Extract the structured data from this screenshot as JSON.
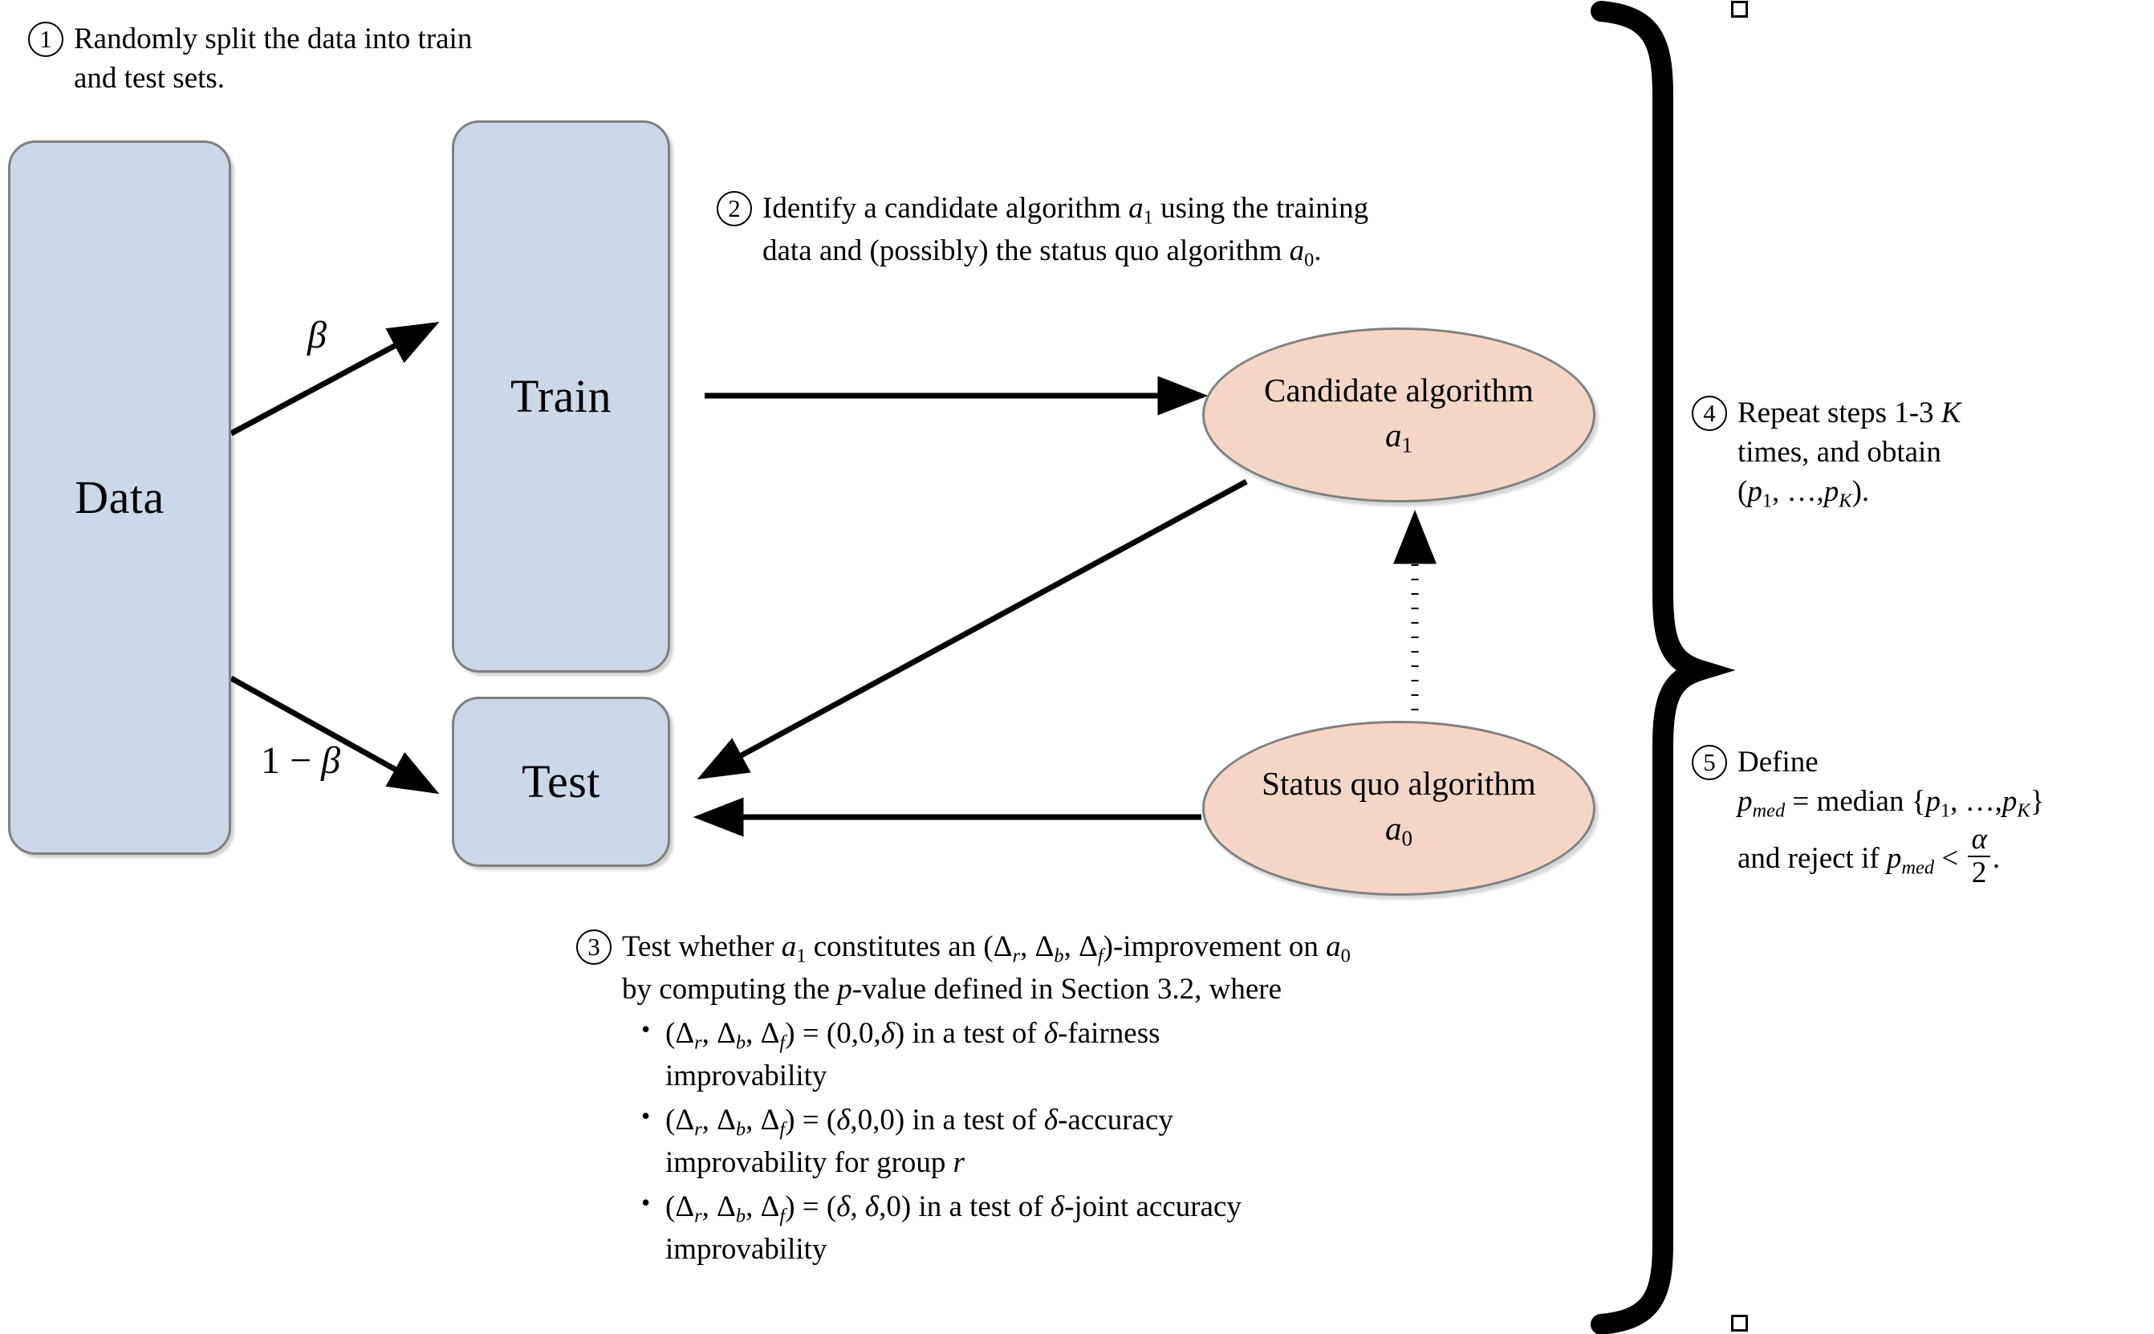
{
  "diagram": {
    "title": "Train-test split hypothesis testing procedure",
    "colors": {
      "box_fill": "#ccd8e8",
      "box_stroke": "#808080",
      "ellipse_fill": "#f5d6c6",
      "ellipse_stroke": "#808080",
      "arrow": "#000000",
      "background": "#ffffff"
    }
  },
  "nodes": {
    "data": {
      "label": "Data"
    },
    "train": {
      "label": "Train"
    },
    "test": {
      "label": "Test"
    },
    "candidate": {
      "line1": "Candidate algorithm",
      "symbol": "a",
      "subscript": "1"
    },
    "status_quo": {
      "line1": "Status quo algorithm",
      "symbol": "a",
      "subscript": "0"
    }
  },
  "edges": {
    "data_to_train_label": "β",
    "data_to_test_label_prefix": "1 − ",
    "data_to_test_label_symbol": "β"
  },
  "steps": [
    {
      "num": "1",
      "lines": [
        "Randomly split the data into train",
        "and test sets."
      ]
    },
    {
      "num": "2",
      "line1_a": "Identify a candidate algorithm ",
      "line1_sym": "a",
      "line1_sub": "1",
      "line1_b": " using the training",
      "line2_a": "data and (possibly) the status quo algorithm ",
      "line2_sym": "a",
      "line2_sub": "0",
      "line2_b": "."
    },
    {
      "num": "3",
      "line1_a": "Test whether ",
      "line1_sym": "a",
      "line1_sub": "1",
      "line1_b": " constitutes an (Δ",
      "line1_sub_r": "r",
      "line1_c": ", Δ",
      "line1_sub_b": "b",
      "line1_d": ", Δ",
      "line1_sub_f": "f",
      "line1_e": ")-improvement on ",
      "line1_sym2": "a",
      "line1_sub2": "0",
      "line2_a": "by computing the ",
      "line2_p": "p",
      "line2_b": "-value defined in Section 3.2, where",
      "bullets": [
        {
          "tuple_open": "(Δ",
          "sub_r": "r",
          "c1": ", Δ",
          "sub_b": "b",
          "c2": ", Δ",
          "sub_f": "f",
          "c3": ") = (0,0,",
          "delta": "δ",
          "c4": ") in a test of ",
          "delta2": "δ",
          "tail": "-fairness",
          "line2": "improvability"
        },
        {
          "tuple_open": "(Δ",
          "sub_r": "r",
          "c1": ", Δ",
          "sub_b": "b",
          "c2": ", Δ",
          "sub_f": "f",
          "c3": ") = (",
          "delta": "δ",
          "c3b": ",0,0",
          "c4": ") in a test of ",
          "delta2": "δ",
          "tail": "-accuracy",
          "line2": "improvability for group ",
          "line2_ital": "r"
        },
        {
          "tuple_open": "(Δ",
          "sub_r": "r",
          "c1": ", Δ",
          "sub_b": "b",
          "c2": ", Δ",
          "sub_f": "f",
          "c3": ") = (",
          "delta": "δ",
          "c3b": ", ",
          "delta_b": "δ",
          "c3c": ",0",
          "c4": ") in a test of ",
          "delta2": "δ",
          "tail": "-joint accuracy",
          "line2": "improvability"
        }
      ]
    },
    {
      "num": "4",
      "line1_a": "Repeat steps 1-3 ",
      "line1_K": "K",
      "line2": "times, and obtain",
      "line3_open": "(",
      "line3_p1": "p",
      "line3_sub1": "1",
      "line3_mid": ", …,",
      "line3_pK": "p",
      "line3_subK": "K",
      "line3_close": ")."
    },
    {
      "num": "5",
      "line1": "Define",
      "line2_p": "p",
      "line2_sub": "med",
      "line2_eq": " = median {",
      "line2_p1": "p",
      "line2_sub1": "1",
      "line2_mid": ", …,",
      "line2_pK": "p",
      "line2_subK": "K",
      "line2_close": "}",
      "line3_a": "and reject if ",
      "line3_p": "p",
      "line3_sub": "med",
      "line3_lt": " < ",
      "frac_num": "α",
      "frac_den": "2",
      "line3_end": "."
    }
  ]
}
